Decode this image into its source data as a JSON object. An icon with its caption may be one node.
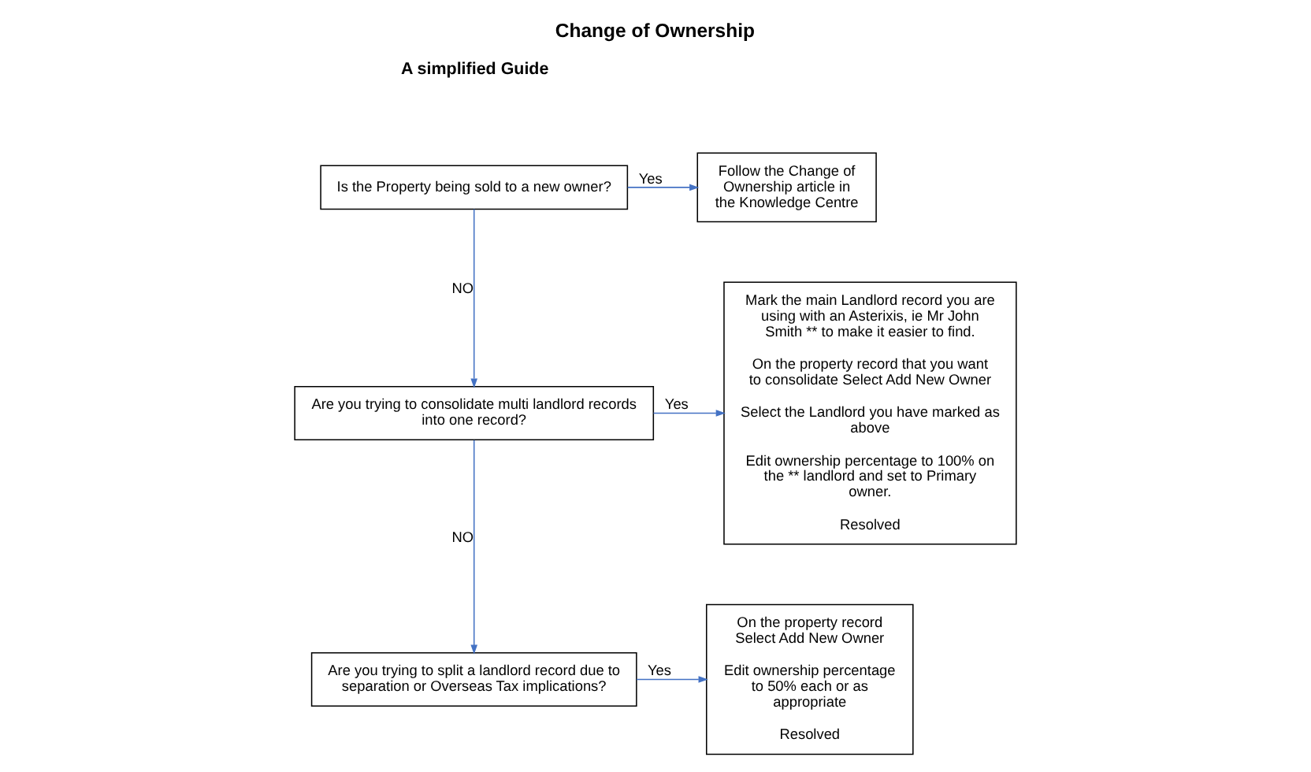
{
  "diagram": {
    "title": "Change of Ownership",
    "nodes": [
      {
        "text": [
          "Is the Property being sold to a new owner?"
        ]
      },
      {
        "text": [
          "Follow the Change of Ownership article in the Knowledge Centre"
        ]
      },
      {
        "text": [
          "Are you trying to consolidate multi landlord records into one record?"
        ]
      },
      {
        "text": [
          "Mark the main Landlord record you are using with an Asterixis, ie Mr John Smith ** to make it easier to find.",
          "On the property record that you want to consolidate Select Add New Owner",
          "Select the Landlord you have marked as above",
          "Edit ownership percentage to 100% on the ** landlord and set to Primary owner.",
          "Resolved"
        ]
      },
      {
        "text": [
          "Are you trying to split a landlord record due to separation or Overseas Tax implications?"
        ]
      },
      {
        "text": [
          "On the property record Select Add New Owner",
          "Edit ownership percentage to 50% each or as appropriate",
          "Resolved"
        ]
      }
    ],
    "edges": [
      {
        "from": 0,
        "to": 1,
        "arrow": "to",
        "label": "Yes"
      },
      {
        "from": 0,
        "to": 2,
        "arrow": "to",
        "label": "NO"
      },
      {
        "from": 2,
        "to": 3,
        "arrow": "to",
        "label": "Yes"
      },
      {
        "from": 2,
        "to": 4,
        "arrow": "to",
        "label": "NO"
      },
      {
        "from": 4,
        "to": 5,
        "arrow": "to",
        "label": "Yes"
      }
    ],
    "labels": [
      "A simplified Guide"
    ]
  }
}
